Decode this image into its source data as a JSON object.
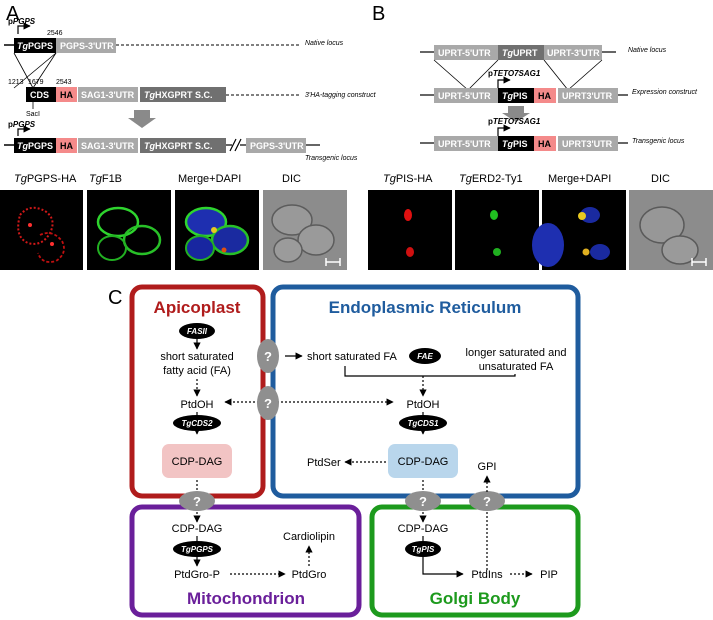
{
  "panel_a": {
    "letter": "A",
    "promoter": "pPGPS",
    "promoter_prefix": "p",
    "promoter_italic": "PGPS",
    "pos_2546": "2546",
    "pos_1213": "1213",
    "pos_1679": "1679",
    "pos_2543": "2543",
    "saci": "SacI",
    "tg": "Tg",
    "pgps": "PGPS",
    "pgps_3utr": "PGPS-3'UTR",
    "cds": "CDS",
    "ha": "HA",
    "sag1_3utr": "SAG1-3'UTR",
    "hxgprt": "HXGPRT S.C.",
    "native_locus": "Native locus",
    "tagging_construct": "3'HA-tagging construct",
    "transgenic_locus": "Transgenic locus",
    "micro_labels": [
      "TgPGPS-HA",
      "TgF1B",
      "Merge+DAPI",
      "DIC"
    ]
  },
  "panel_b": {
    "letter": "B",
    "uprt_5utr": "UPRT-5'UTR",
    "uprt_3utr": "UPRT-3'UTR",
    "uprt": "UPRT",
    "pis": "PIS",
    "ha": "HA",
    "uprt3utr": "UPRT3'UTR",
    "promoter_prefix": "p",
    "promoter_italic": "TETO7SAG1",
    "native_locus": "Native locus",
    "expression_construct": "Expression construct",
    "transgenic_locus": "Transgenic locus",
    "micro_labels": [
      "TgPIS-HA",
      "TgERD2-Ty1",
      "Merge+DAPI",
      "DIC"
    ]
  },
  "panel_c": {
    "letter": "C",
    "apicoplast": "Apicoplast",
    "er": "Endoplasmic Reticulum",
    "mito": "Mitochondrion",
    "golgi": "Golgi Body",
    "fasii": "FASII",
    "short_sat_fa_1": "short saturated",
    "short_sat_fa_2": "fatty acid (FA)",
    "short_sat_fa_er": "short saturated FA",
    "fae": "FAE",
    "longer_fa_1": "longer saturated and",
    "longer_fa_2": "unsaturated FA",
    "ptdoh": "PtdOH",
    "tgcds2": "TgCDS2",
    "tgcds1": "TgCDS1",
    "cdp_dag": "CDP-DAG",
    "ptdser": "PtdSer",
    "gpi": "GPI",
    "question": "?",
    "tgpgps": "TgPGPS",
    "cardiolipin": "Cardiolipin",
    "ptdgro_p": "PtdGro-P",
    "ptdgro": "PtdGro",
    "tgpis": "TgPIS",
    "ptdins": "PtdIns",
    "pip": "PIP"
  },
  "colors": {
    "apicoplast": "#b01c1c",
    "er": "#1f5c9e",
    "mito": "#6a1f9a",
    "golgi": "#1d9a1d",
    "ha": "#f48a8a",
    "grey_box": "#a9a9a9",
    "dark_box": "#707070"
  }
}
